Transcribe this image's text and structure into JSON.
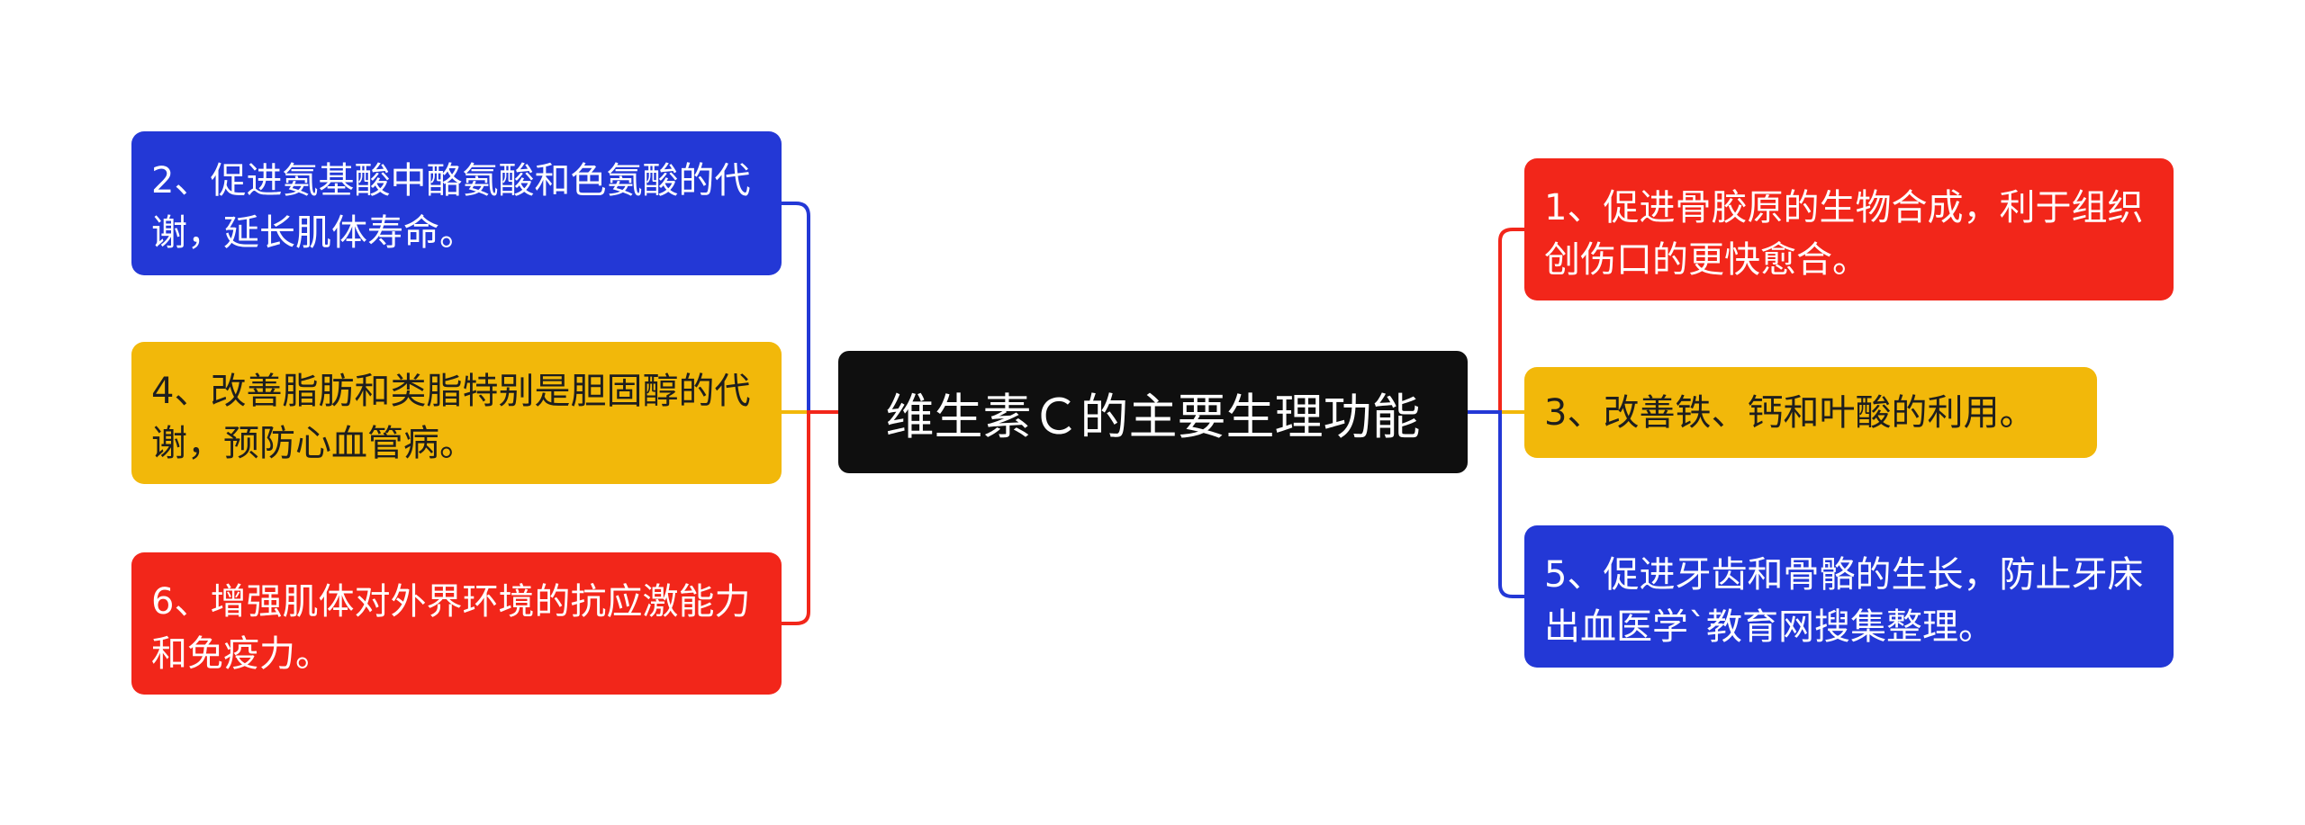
{
  "mindmap": {
    "center": {
      "text": "维生素Ｃ的主要生理功能"
    },
    "left": [
      {
        "id": "n2",
        "text": "2、促进氨基酸中酪氨酸和色氨酸的代谢，延长肌体寿命。",
        "color": "#2338d6"
      },
      {
        "id": "n4",
        "text": "4、改善脂肪和类脂特别是胆固醇的代谢，预防心血管病。",
        "color": "#f2b80a"
      },
      {
        "id": "n6",
        "text": "6、增强肌体对外界环境的抗应激能力和免疫力。",
        "color": "#f2261a"
      }
    ],
    "right": [
      {
        "id": "n1",
        "text": "1、促进骨胶原的生物合成，利于组织创伤口的更快愈合。",
        "color": "#f2261a"
      },
      {
        "id": "n3",
        "text": "3、改善铁、钙和叶酸的利用。",
        "color": "#f2b80a"
      },
      {
        "id": "n5",
        "text": "5、促进牙齿和骨骼的生长，防止牙床出血医学`教育网搜集整理。",
        "color": "#2338d6"
      }
    ]
  }
}
